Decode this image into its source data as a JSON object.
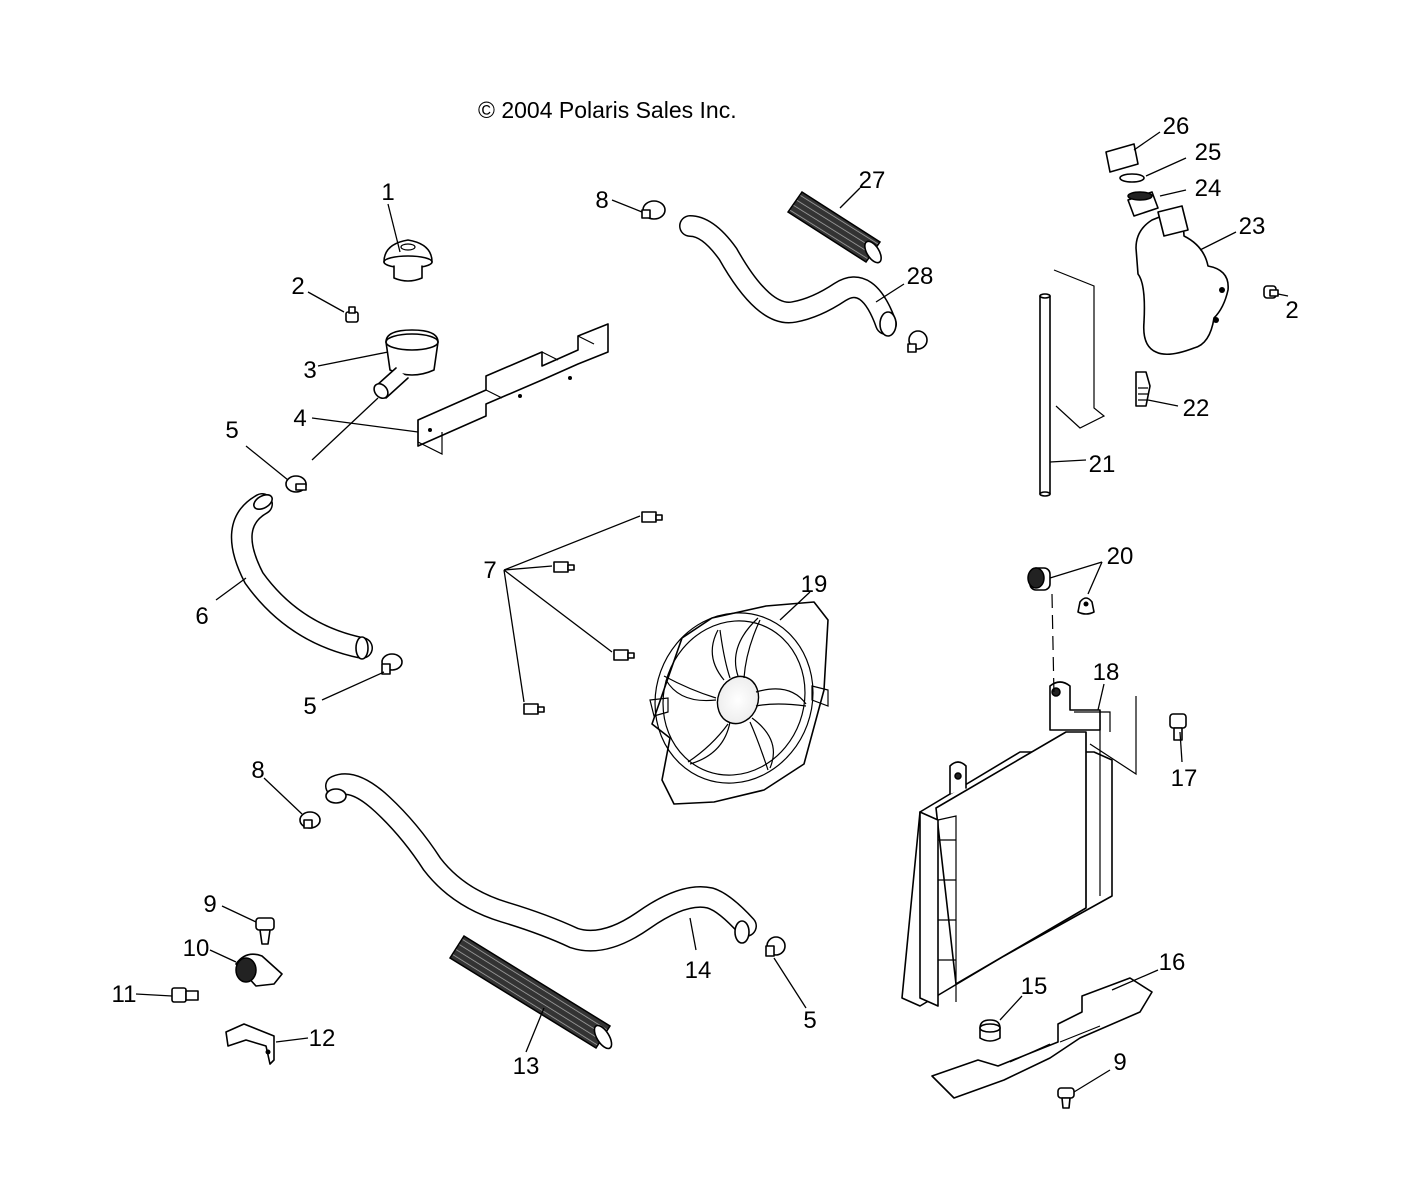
{
  "copyright": "© 2004 Polaris Sales Inc.",
  "callouts": {
    "c1": "1",
    "c2a": "2",
    "c2b": "2",
    "c3": "3",
    "c4": "4",
    "c5a": "5",
    "c5b": "5",
    "c5c": "5",
    "c6": "6",
    "c7": "7",
    "c8a": "8",
    "c8b": "8",
    "c9a": "9",
    "c9b": "9",
    "c10": "10",
    "c11": "11",
    "c12": "12",
    "c13": "13",
    "c14": "14",
    "c15": "15",
    "c16": "16",
    "c17": "17",
    "c18": "18",
    "c19": "19",
    "c20": "20",
    "c21": "21",
    "c22": "22",
    "c23": "23",
    "c24": "24",
    "c25": "25",
    "c26": "26",
    "c27": "27",
    "c28": "28"
  }
}
